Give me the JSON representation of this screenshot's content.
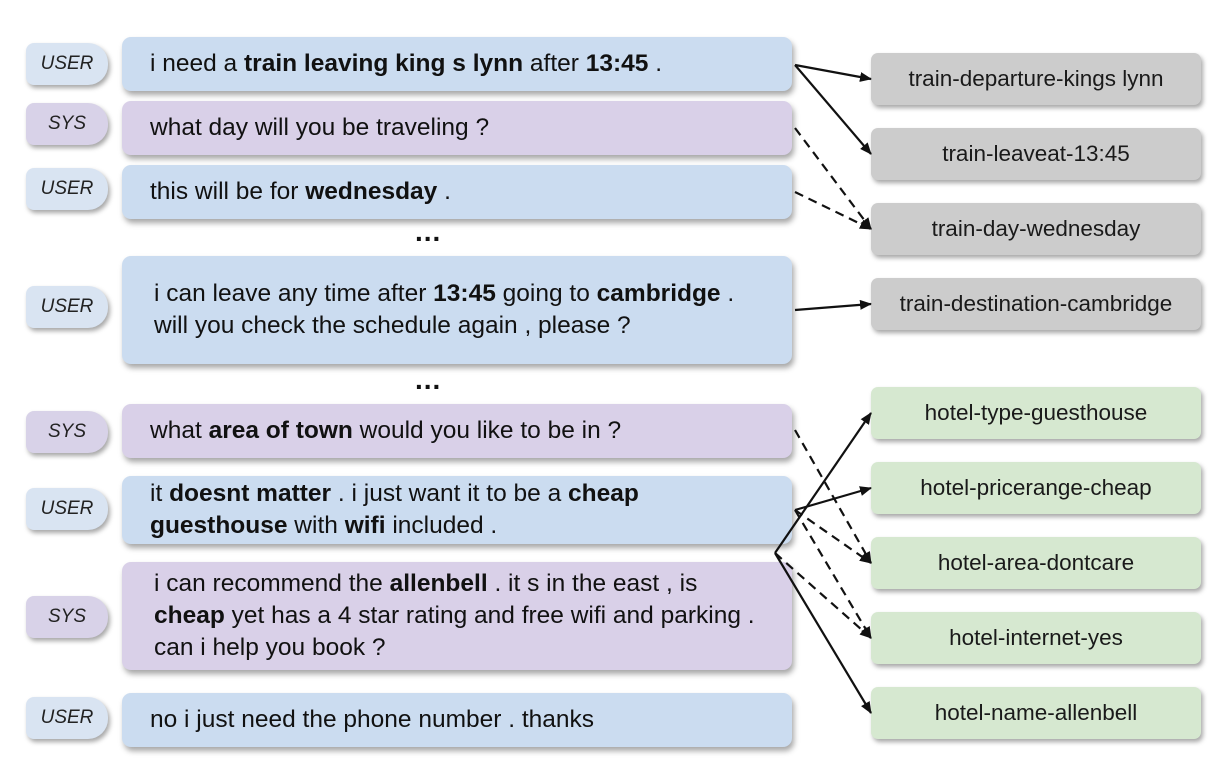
{
  "turns": [
    {
      "speaker": "USER",
      "role": "user",
      "segments": [
        {
          "t": "i need a ",
          "b": false
        },
        {
          "t": "train leaving king s lynn",
          "b": true
        },
        {
          "t": " after ",
          "b": false
        },
        {
          "t": "13:45",
          "b": true
        },
        {
          "t": " .",
          "b": false
        }
      ]
    },
    {
      "speaker": "SYS",
      "role": "sys",
      "segments": [
        {
          "t": "what day will you be traveling ?",
          "b": false
        }
      ]
    },
    {
      "speaker": "USER",
      "role": "user",
      "segments": [
        {
          "t": "this will be for ",
          "b": false
        },
        {
          "t": "wednesday",
          "b": true
        },
        {
          "t": " .",
          "b": false
        }
      ]
    },
    {
      "speaker": "USER",
      "role": "user",
      "segments": [
        {
          "t": "i can leave any time after ",
          "b": false
        },
        {
          "t": "13:45",
          "b": true
        },
        {
          "t": " going to ",
          "b": false
        },
        {
          "t": "cambridge",
          "b": true
        },
        {
          "t": " . will you check the schedule again , please ?",
          "b": false
        }
      ]
    },
    {
      "speaker": "SYS",
      "role": "sys",
      "segments": [
        {
          "t": "what ",
          "b": false
        },
        {
          "t": "area of town",
          "b": true
        },
        {
          "t": " would you like to be in ?",
          "b": false
        }
      ]
    },
    {
      "speaker": "USER",
      "role": "user",
      "segments": [
        {
          "t": "it ",
          "b": false
        },
        {
          "t": "doesnt matter",
          "b": true
        },
        {
          "t": " . i just want it to be a ",
          "b": false
        },
        {
          "t": "cheap",
          "b": true
        },
        {
          "t": " ",
          "b": false
        },
        {
          "t": "guesthouse",
          "b": true
        },
        {
          "t": " with ",
          "b": false
        },
        {
          "t": "wifi",
          "b": true
        },
        {
          "t": " included .",
          "b": false
        }
      ]
    },
    {
      "speaker": "SYS",
      "role": "sys",
      "segments": [
        {
          "t": "i can recommend the ",
          "b": false
        },
        {
          "t": "allenbell",
          "b": true
        },
        {
          "t": " . it s in the east , is ",
          "b": false
        },
        {
          "t": "cheap",
          "b": true
        },
        {
          "t": " yet has a 4 star rating and free wifi and parking . can i help you book ?",
          "b": false
        }
      ]
    },
    {
      "speaker": "USER",
      "role": "user",
      "segments": [
        {
          "t": "no i just need the phone number . thanks",
          "b": false
        }
      ]
    }
  ],
  "ellipsis": [
    "...",
    "..."
  ],
  "slots": [
    {
      "label": "train-departure-kings lynn",
      "group": "train"
    },
    {
      "label": "train-leaveat-13:45",
      "group": "train"
    },
    {
      "label": "train-day-wednesday",
      "group": "train"
    },
    {
      "label": "train-destination-cambridge",
      "group": "train"
    },
    {
      "label": "hotel-type-guesthouse",
      "group": "hotel"
    },
    {
      "label": "hotel-pricerange-cheap",
      "group": "hotel"
    },
    {
      "label": "hotel-area-dontcare",
      "group": "hotel"
    },
    {
      "label": "hotel-internet-yes",
      "group": "hotel"
    },
    {
      "label": "hotel-name-allenbell",
      "group": "hotel"
    }
  ],
  "links": [
    {
      "from_turn": 0,
      "to_slot": 0,
      "style": "solid"
    },
    {
      "from_turn": 0,
      "to_slot": 1,
      "style": "solid"
    },
    {
      "from_turn": 1,
      "to_slot": 2,
      "style": "dashed"
    },
    {
      "from_turn": 2,
      "to_slot": 2,
      "style": "dashed"
    },
    {
      "from_turn": 3,
      "to_slot": 3,
      "style": "solid"
    },
    {
      "from_turn": 4,
      "to_slot": 6,
      "style": "dashed"
    },
    {
      "from_turn": 5,
      "to_slot": 5,
      "style": "solid"
    },
    {
      "from_turn": 5,
      "to_slot": 6,
      "style": "dashed"
    },
    {
      "from_turn": 5,
      "to_slot": 7,
      "style": "dashed"
    },
    {
      "from_turn": 6,
      "to_slot": 4,
      "style": "solid"
    },
    {
      "from_turn": 6,
      "to_slot": 7,
      "style": "dashed"
    },
    {
      "from_turn": 6,
      "to_slot": 8,
      "style": "solid"
    }
  ]
}
